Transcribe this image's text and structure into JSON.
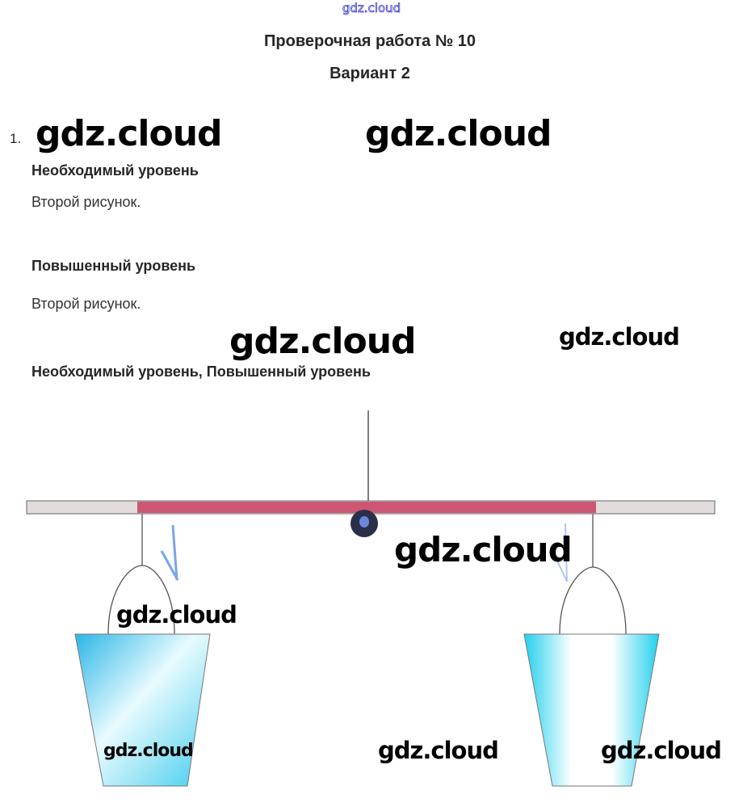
{
  "watermark": "gdz.cloud",
  "header": {
    "title": "Проверочная работа № 10",
    "variant": "Вариант 2"
  },
  "task": {
    "number": "1.",
    "sections": [
      {
        "heading": "Необходимый уровень",
        "answer": "Второй рисунок."
      },
      {
        "heading": "Повышенный уровень",
        "answer": "Второй рисунок."
      }
    ],
    "figure_heading": "Необходимый уровень, Повышенный уровень"
  },
  "colors": {
    "watermark_outline": "#3a3ad0",
    "beam_fill": "#e2dcdc",
    "beam_highlight": "#c8345a",
    "bucket_fill": "#2ec8ea",
    "arrow": "#5a8ee0"
  }
}
